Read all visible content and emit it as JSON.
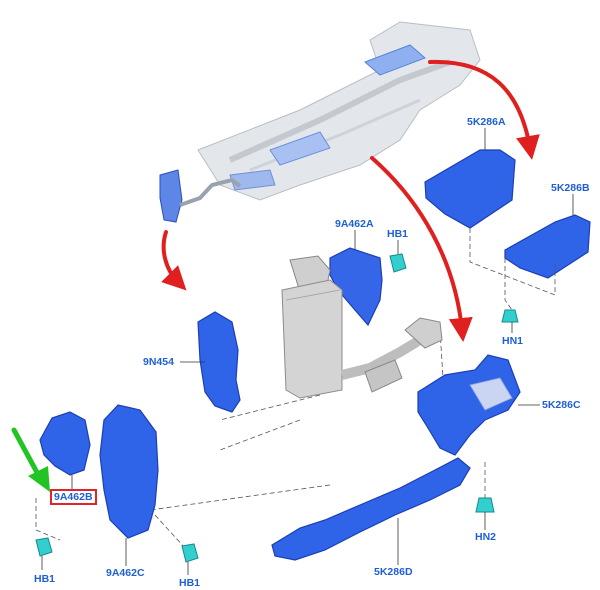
{
  "colors": {
    "part_blue": "#2f63e8",
    "part_blue_dark": "#1c3fb3",
    "part_blue_light": "#7fa6ff",
    "label_blue": "#1f5fd6",
    "arrow_red": "#e0201f",
    "pointer_green": "#22c424",
    "fastener_teal": "#33cfcf",
    "body_grey": "#d9dde3",
    "catalyst_grey": "#c9c9c9"
  },
  "labels": {
    "p_5k286a": "5K286A",
    "p_5k286b": "5K286B",
    "p_hn1": "HN1",
    "p_9a462a": "9A462A",
    "p_hb1_top": "HB1",
    "p_9n454": "9N454",
    "p_5k286c": "5K286C",
    "p_9a462b": "9A462B",
    "p_hn2": "HN2",
    "p_hb1_left": "HB1",
    "p_9a462c": "9A462C",
    "p_hb1_bottom": "HB1",
    "p_5k286d": "5K286D"
  },
  "highlighted_part": "9A462B"
}
